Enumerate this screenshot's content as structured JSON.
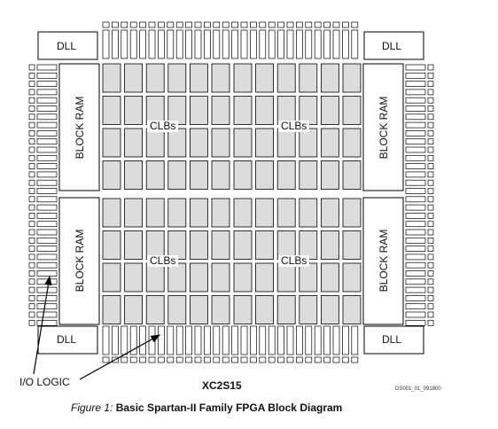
{
  "diagram": {
    "dll_label": "DLL",
    "block_ram_label": "BLOCK RAM",
    "clb_label": "CLBs",
    "io_logic_label": "I/O LOGIC",
    "part_name": "XC2S15",
    "doc_ref": "DS001_01_091800",
    "figure_label": "Figure 1:",
    "figure_title": "Basic Spartan-II Family FPGA Block Diagram"
  },
  "colors": {
    "clb_fill": "#dcdcdc",
    "outline": "#000000",
    "background": "#ffffff"
  }
}
